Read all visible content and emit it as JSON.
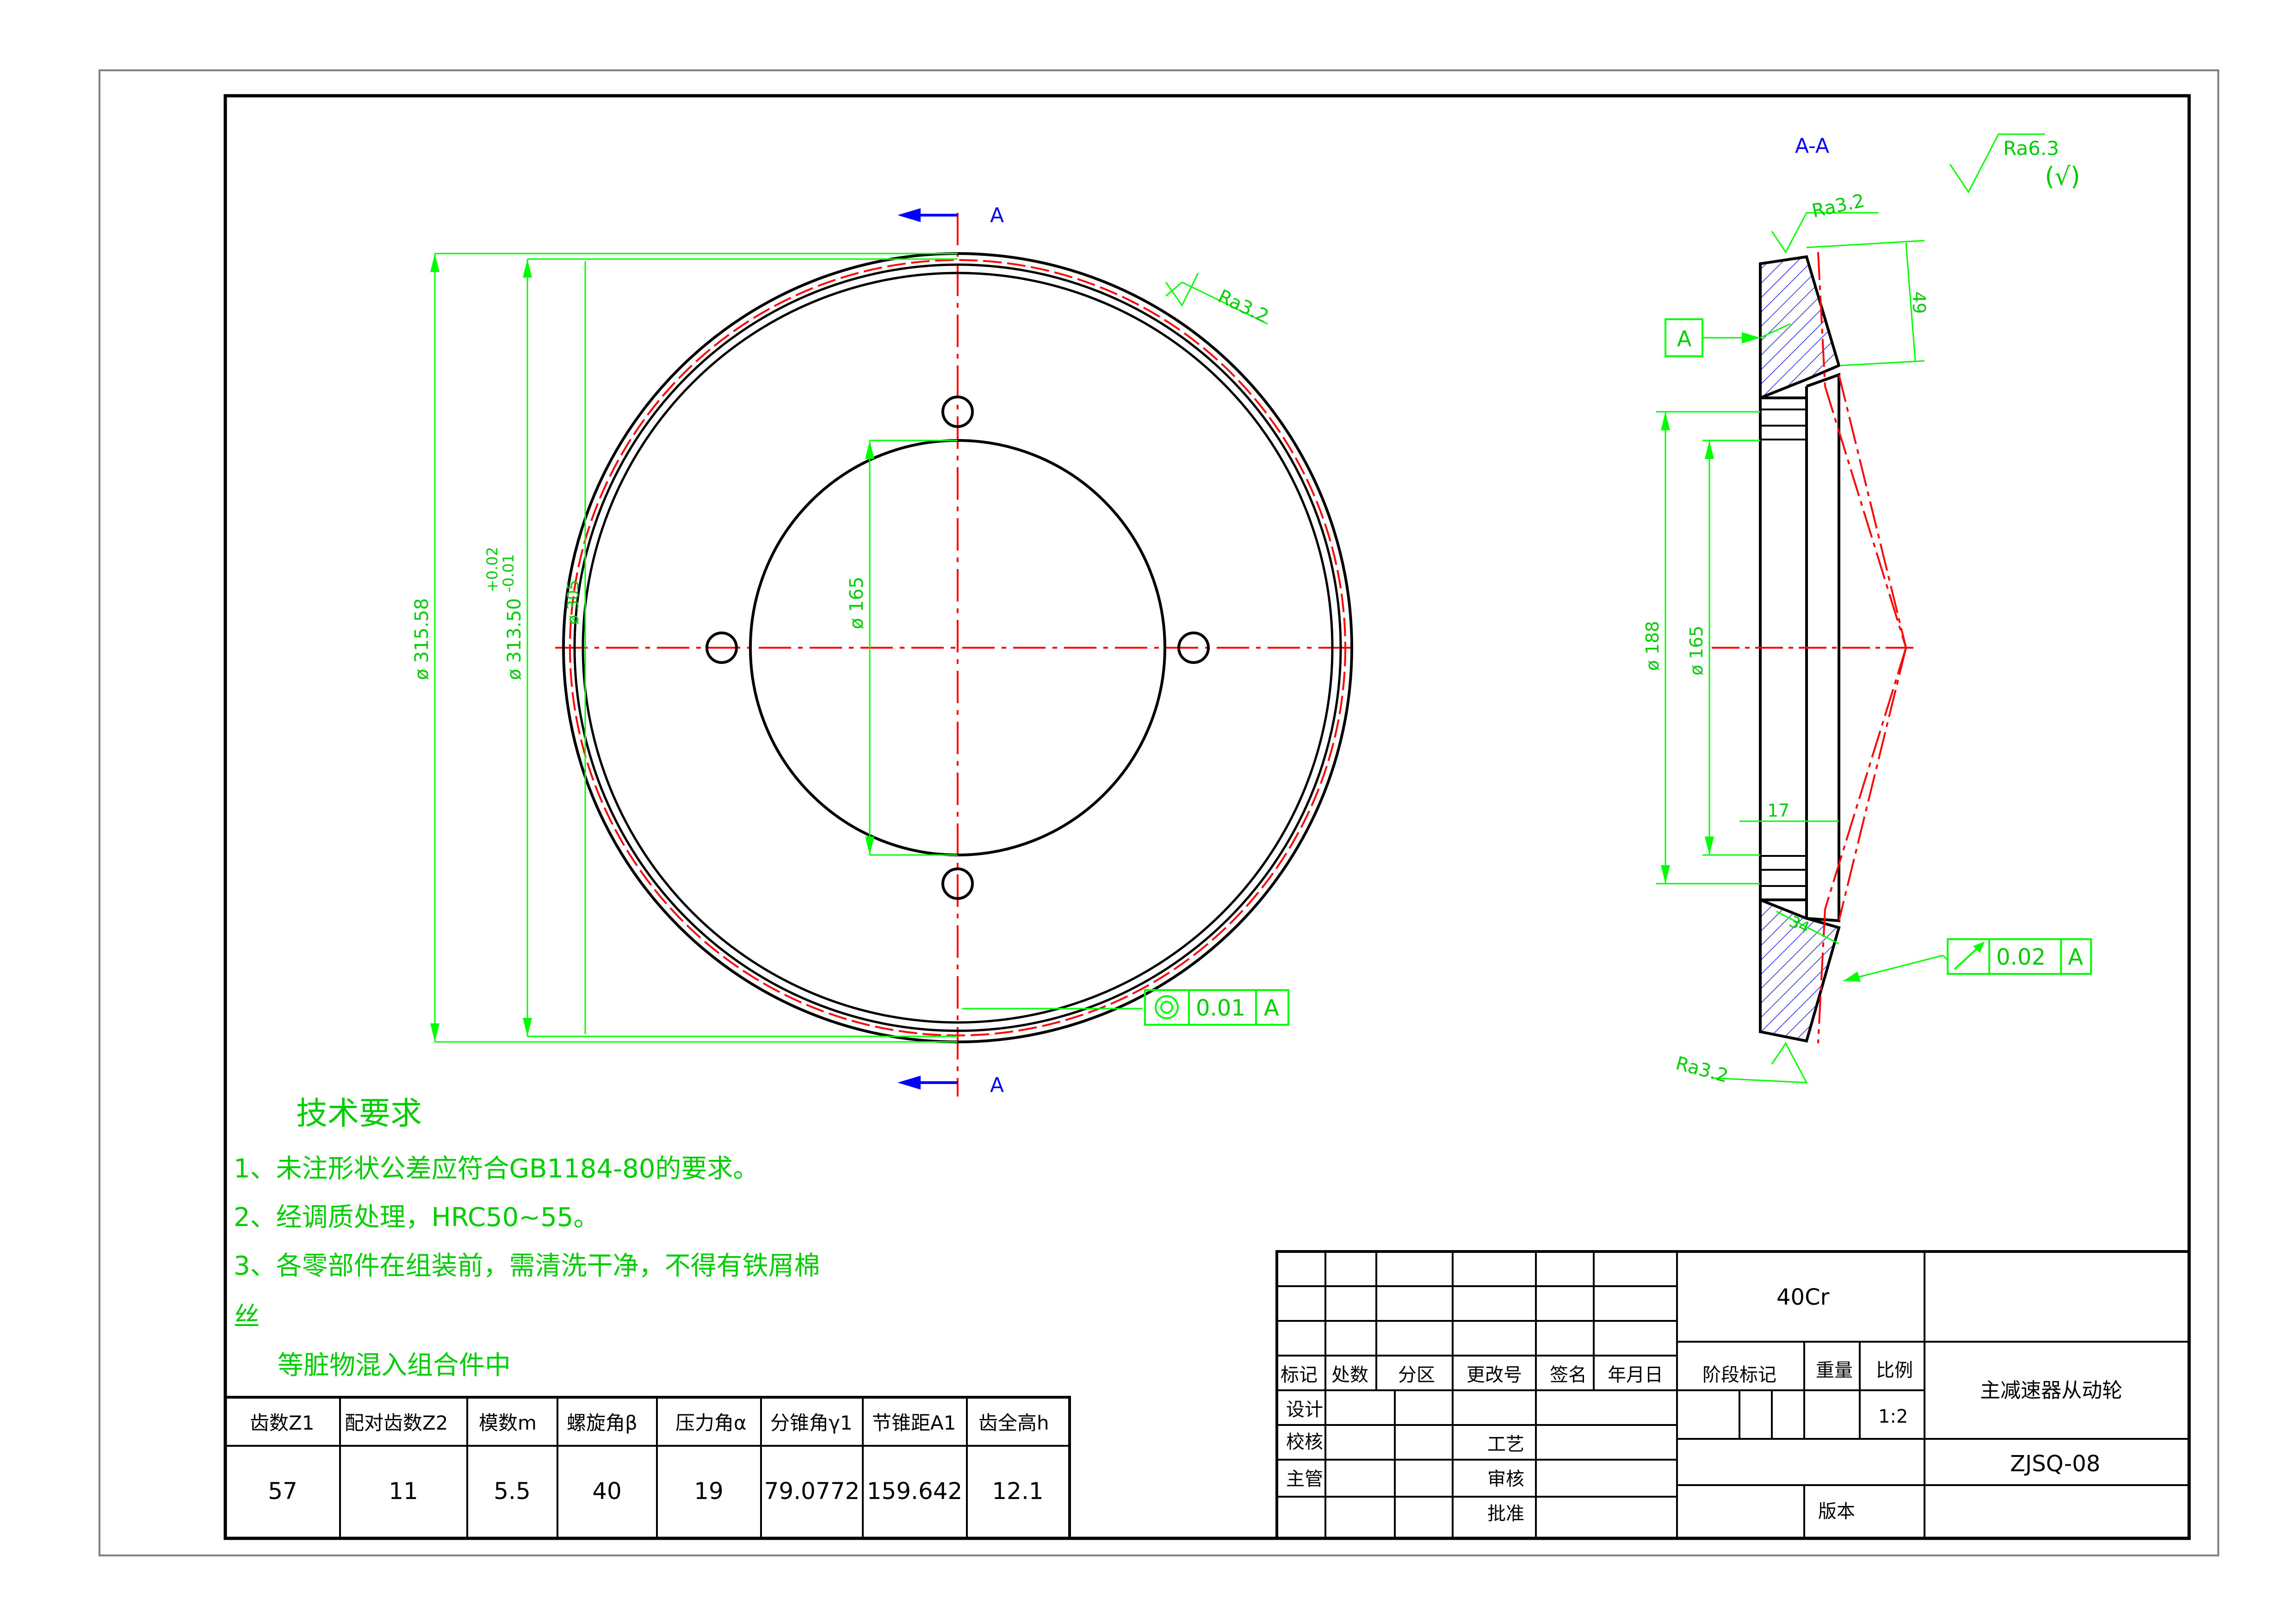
{
  "colors": {
    "dimension": "#00ff00",
    "text": "#00cc00",
    "outline": "#000000",
    "centerline": "#ff0000",
    "arrow": "#0000ff",
    "hatch": "#0000ff"
  },
  "front_view": {
    "section_label_top": "A",
    "section_label_bottom": "A",
    "dim_outer": "ø 315.58",
    "dim_mid": "ø 313.50",
    "tol_upper": "+0.02",
    "tol_lower": "-0.01",
    "dim_small": "ø 305",
    "dim_inner": "ø 165",
    "roughness": "Ra3.2",
    "runout_value": "0.01",
    "runout_datum": "A"
  },
  "section_view": {
    "title": "A-A",
    "roughness_default": "Ra6.3",
    "roughness_default_paren": "(√)",
    "roughness_top": "Ra3.2",
    "roughness_bottom": "Ra3.2",
    "datum_label": "A",
    "dim_49": "49",
    "dim_188": "ø 188",
    "dim_165": "ø 165",
    "dim_17": "17",
    "dim_34": "34",
    "runout_value": "0.02",
    "runout_datum": "A"
  },
  "tech_req": {
    "title": "技术要求",
    "items": [
      "1、未注形状公差应符合GB1184-80的要求。",
      "2、经调质处理，HRC50~55。",
      "3、各零部件在组装前，需清洗干净，不得有铁屑棉",
      "丝",
      "等脏物混入组合件中"
    ]
  },
  "param_table": {
    "headers": [
      "齿数Z1",
      "配对齿数Z2",
      "模数m",
      "螺旋角β",
      "压力角α",
      "分锥角γ1",
      "节锥距A1",
      "齿全高h"
    ],
    "values": [
      "57",
      "11",
      "5.5",
      "40",
      "19",
      "79.0772",
      "159.642",
      "12.1"
    ]
  },
  "title_block": {
    "material": "40Cr",
    "part_name": "主减速器从动轮",
    "drawing_no": "ZJSQ-08",
    "scale_label": "比例",
    "scale_value": "1:2",
    "weight_label": "重量",
    "stage_label": "阶段标记",
    "version_label": "版本",
    "rev_headers": [
      "标记",
      "处数",
      "分区",
      "更改号",
      "签名",
      "年月日"
    ],
    "sign_rows": [
      "设计",
      "校核",
      "主管"
    ],
    "approve_rows": [
      "工艺",
      "审核",
      "批准"
    ]
  }
}
